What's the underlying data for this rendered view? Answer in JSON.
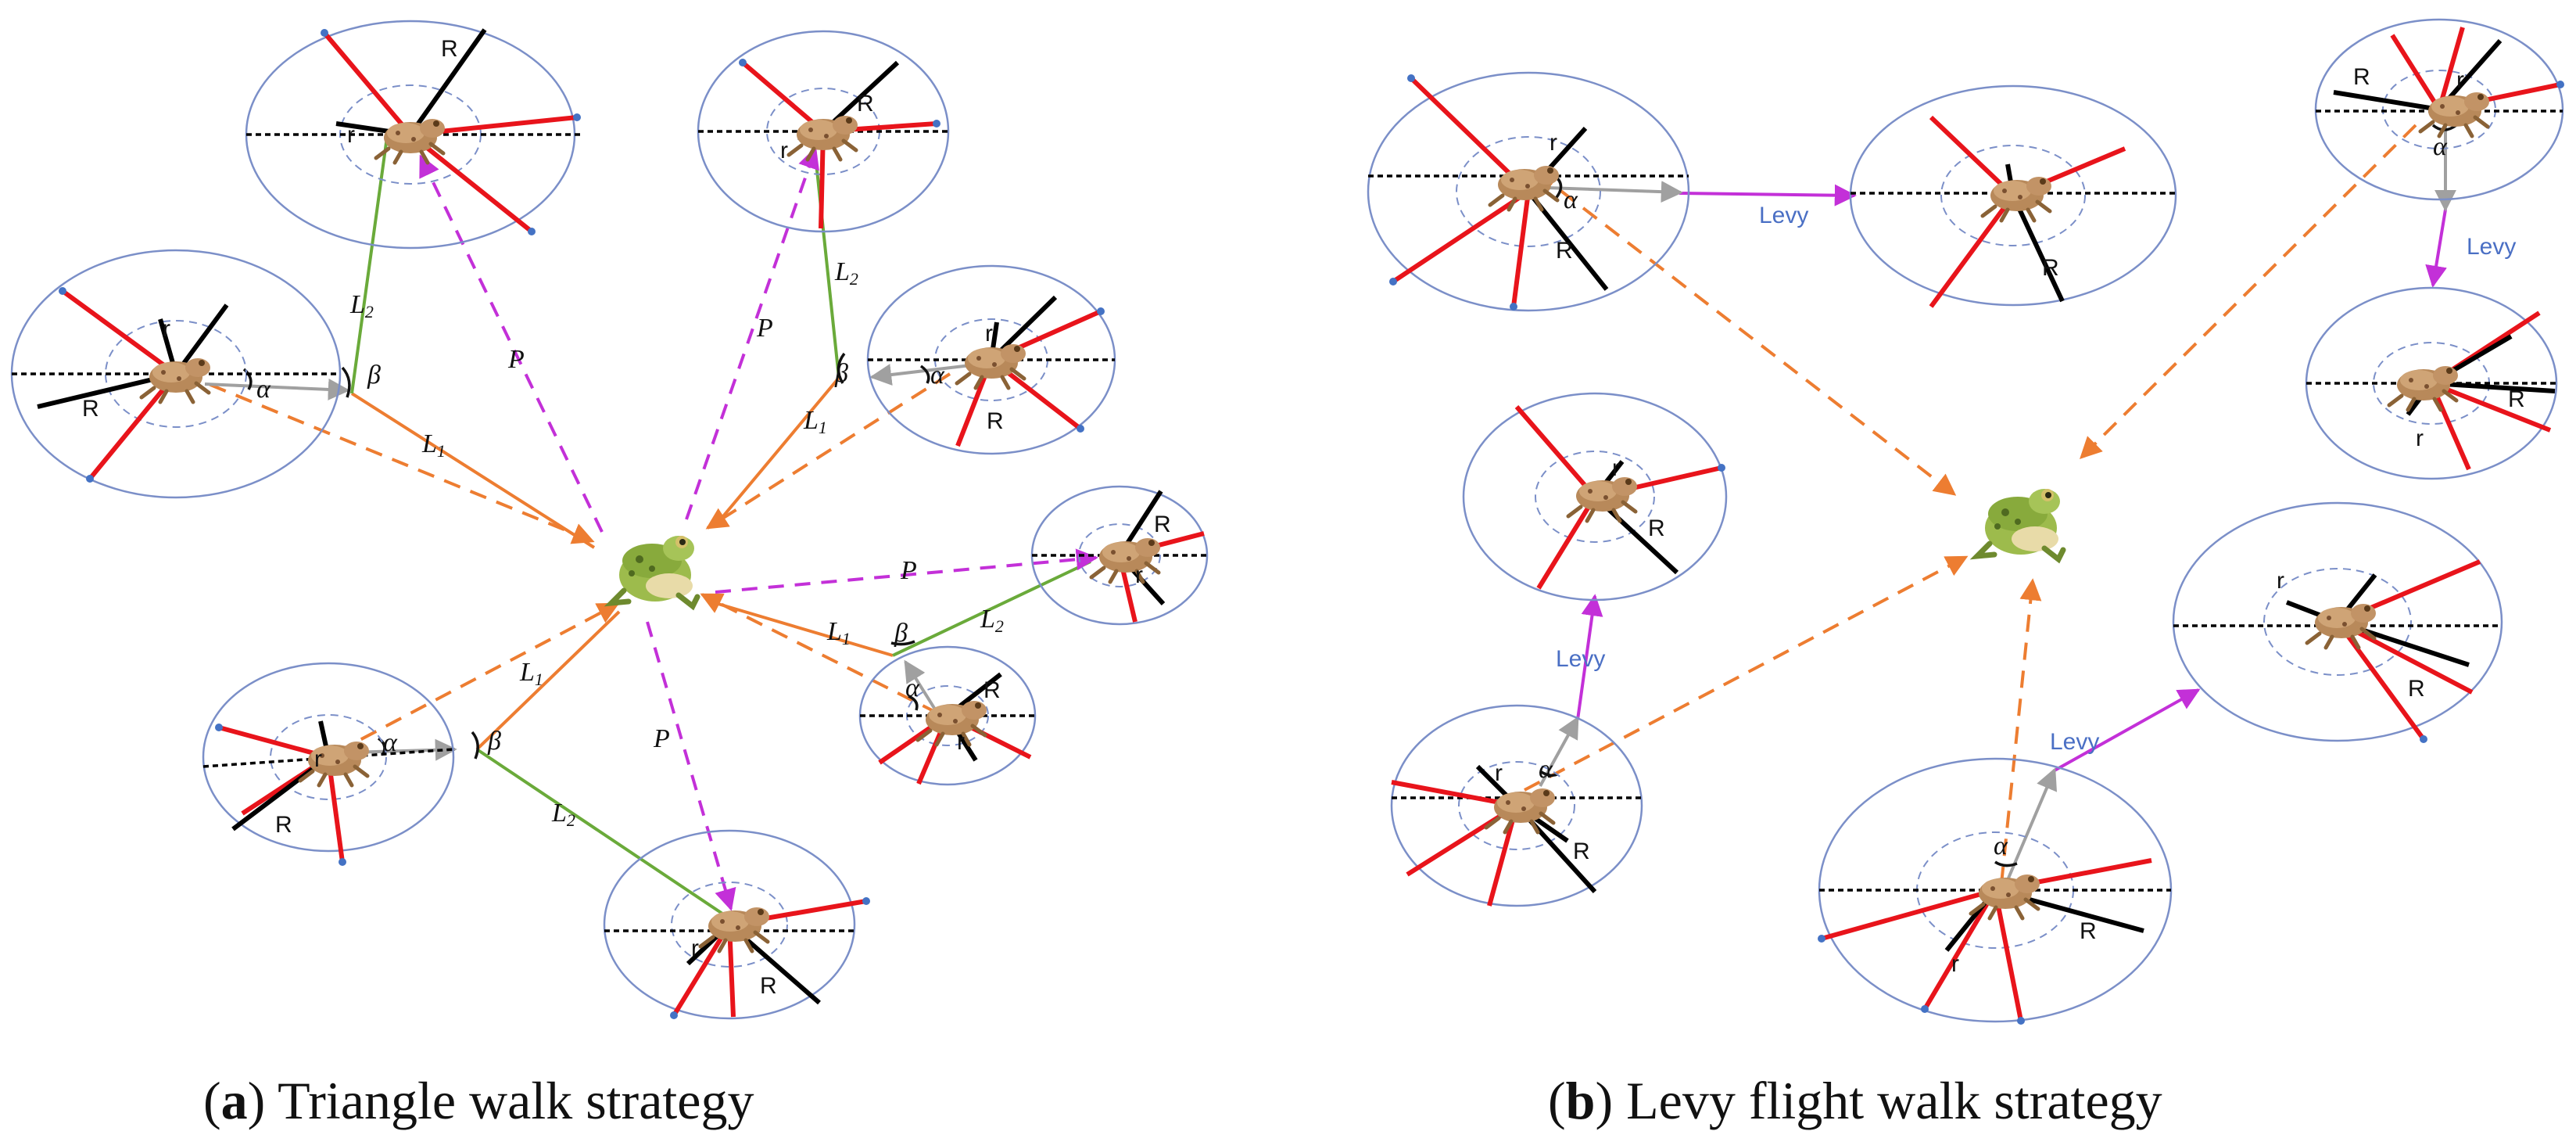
{
  "colors": {
    "outer_circle": "#7b8fc8",
    "inner_circle": "#7b8fc8",
    "red_ray": "#e8141b",
    "black_ray": "#000000",
    "orange_dash": "#ed7d31",
    "magenta_dash": "#c330d8",
    "green_line": "#6aaa3a",
    "gray_arrow": "#a0a0a0",
    "levy_label": "#4a6fc4",
    "dot": "#4472c4"
  },
  "icons": {
    "prey": "toad-icon",
    "target": "frog-icon"
  },
  "labels": {
    "R": "R",
    "r": "r",
    "alpha": "α",
    "beta": "β",
    "P": "P",
    "L1": "L",
    "L1_sub": "1",
    "L2": "L",
    "L2_sub": "2",
    "levy": "Levy"
  },
  "captions": {
    "a_letter": "a",
    "a_text": " Triangle walk strategy",
    "b_letter": "b",
    "b_text": " Levy flight walk strategy"
  }
}
